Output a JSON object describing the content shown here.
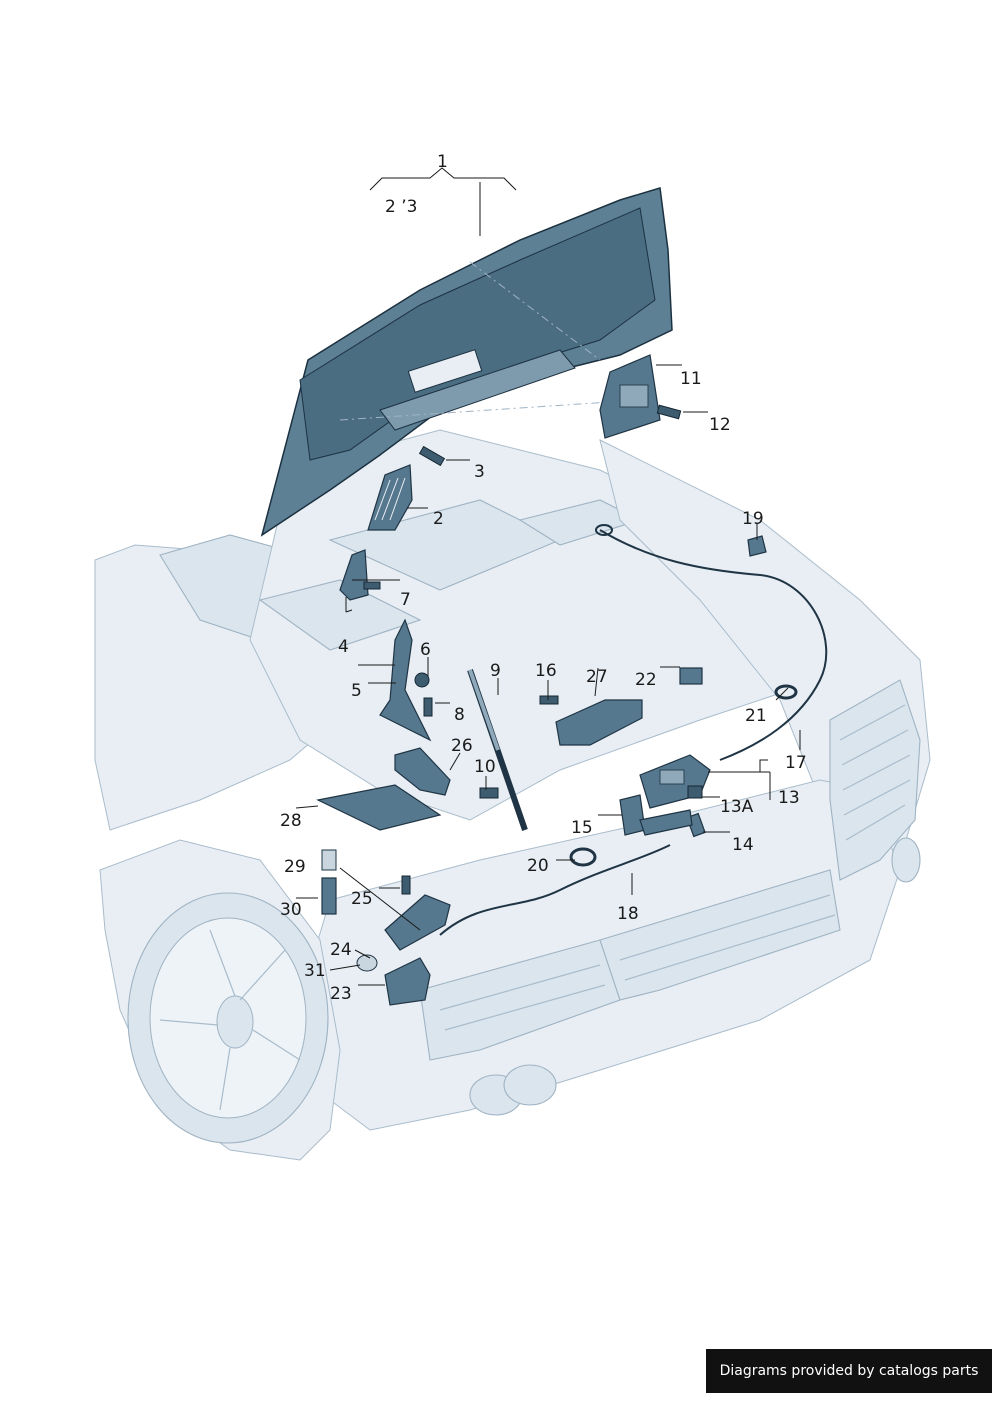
{
  "callouts": {
    "c1": "1",
    "c2_3": "2  ’3",
    "c2": "2",
    "c3": "3",
    "c4": "4",
    "c5": "5",
    "c6": "6",
    "c7": "7",
    "c8": "8",
    "c9": "9",
    "c10": "10",
    "c11": "11",
    "c12": "12",
    "c13": "13",
    "c13a": "13A",
    "c14": "14",
    "c15": "15",
    "c16": "16",
    "c17": "17",
    "c18": "18",
    "c19": "19",
    "c20": "20",
    "c21": "21",
    "c22": "22",
    "c23": "23",
    "c24": "24",
    "c25": "25",
    "c26": "26",
    "c27": "27",
    "c28": "28",
    "c29": "29",
    "c30": "30",
    "c31": "31"
  },
  "footer": {
    "credit": "Diagrams provided by catalogs parts"
  },
  "colors": {
    "part": "#55788e",
    "body": "#dbe5ee",
    "footer_bg": "#111111"
  }
}
